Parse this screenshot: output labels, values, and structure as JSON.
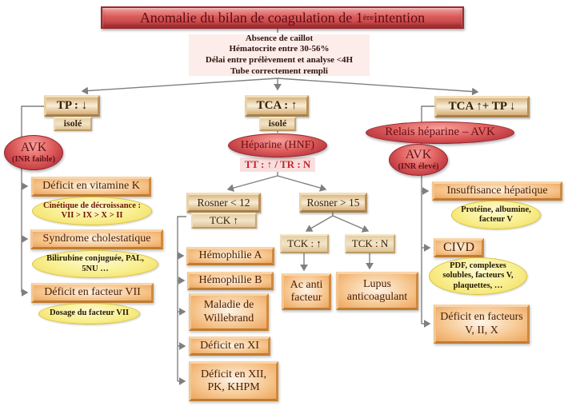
{
  "title": {
    "prefix": "Anomalie du bilan de coagulation de 1",
    "sup": "ère",
    "suffix": " intention"
  },
  "criteria": {
    "lines": [
      "Absence de caillot",
      "Hématocrite entre 30-56%",
      "Délai entre prélèvement et analyse <4H",
      "Tube correctement rempli"
    ]
  },
  "branch_tp": {
    "label": "TP : ↓",
    "sub": "isolé"
  },
  "branch_tca": {
    "label": "TCA : ↑",
    "sub": "isolé"
  },
  "branch_combo": {
    "label": "TCA ↑+ TP ↓"
  },
  "left": {
    "avk_line1": "AVK",
    "avk_line2": "(INR faible)",
    "vitk": "Déficit en vitamine K",
    "vitk_note1": "Cinétique de décroissance :",
    "vitk_note2": "VII > IX > X > II",
    "cholestatique": "Syndrome cholestatique",
    "chole_note1": "Bilirubine conjuguée, PAL,",
    "chole_note2": "5NU …",
    "facteur7": "Déficit en facteur VII",
    "facteur7_note": "Dosage du facteur VII"
  },
  "middle": {
    "heparine": "Héparine (HNF)",
    "tt_tr": "TT : ↑ / TR : N",
    "rosner_low": "Rosner < 12",
    "rosner_low_sub": "TCK ↑",
    "rosner_high": "Rosner > 15",
    "tck_up": "TCK : ↑",
    "tck_n": "TCK : N",
    "ac_anti": "Ac anti facteur",
    "lupus": "Lupus anticoagulant",
    "list": [
      "Hémophilie A",
      "Hémophilie B",
      "Maladie de Willebrand",
      "Déficit en XI",
      "Déficit en XII, PK, KHPM"
    ]
  },
  "right": {
    "relais": "Relais héparine – AVK",
    "avk_line1": "AVK",
    "avk_line2": "(INR élevé)",
    "hepatique": "Insuffisance hépatique",
    "hepatique_note1": "Protéine, albumine,",
    "hepatique_note2": "facteur V",
    "civd": "CIVD",
    "civd_note1": "PDF, complexes",
    "civd_note2": "solubles, facteurs V,",
    "civd_note3": "plaquettes, …",
    "deficit_v": "Déficit en facteurs V, II, X"
  },
  "colors": {
    "title_bar": "#c94748",
    "red_node": "#cf4a4c",
    "orange_node": "#efa763",
    "tan_node": "#e6c28c",
    "yellow_note": "#f6e878",
    "pink_panel": "#fcecea",
    "connector": "#7f7f7f",
    "title_text": "#5e0c15"
  }
}
